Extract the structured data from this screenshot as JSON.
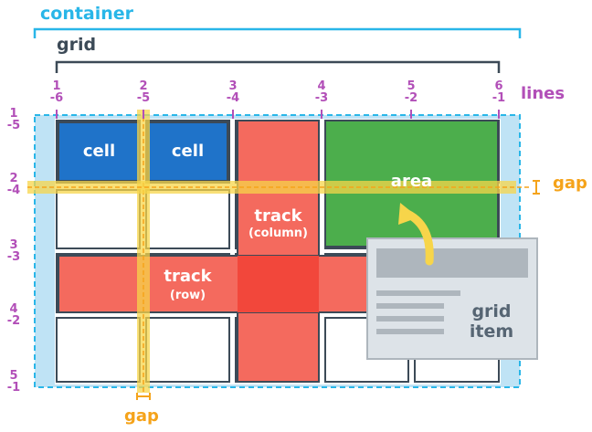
{
  "labels": {
    "container": "container",
    "grid": "grid",
    "lines": "lines",
    "gap_right": "gap",
    "gap_bottom": "gap",
    "cell_1": "cell",
    "cell_2": "cell",
    "area": "area",
    "track_column": "track",
    "track_column_sub": "(column)",
    "track_row": "track",
    "track_row_sub": "(row)",
    "grid_item_line1": "grid",
    "grid_item_line2": "item"
  },
  "column_lines": [
    {
      "pos": "1",
      "neg": "-6"
    },
    {
      "pos": "2",
      "neg": "-5"
    },
    {
      "pos": "3",
      "neg": "-4"
    },
    {
      "pos": "4",
      "neg": "-3"
    },
    {
      "pos": "5",
      "neg": "-2"
    },
    {
      "pos": "6",
      "neg": "-1"
    }
  ],
  "row_lines": [
    {
      "pos": "1",
      "neg": "-5"
    },
    {
      "pos": "2",
      "neg": "-4"
    },
    {
      "pos": "3",
      "neg": "-3"
    },
    {
      "pos": "4",
      "neg": "-2"
    },
    {
      "pos": "5",
      "neg": "-1"
    }
  ],
  "colors": {
    "container": "#29b6e8",
    "container_fill": "#bfe3f5",
    "grid_bracket": "#3c4a57",
    "cell": "#1f73c9",
    "track": "#f46a5e",
    "track_overlap": "#f2473b",
    "area": "#4cae4c",
    "gap": "#f7d54a",
    "lines": "#b24fb8",
    "item_card": "#dde3e8",
    "item_text": "#566573"
  }
}
